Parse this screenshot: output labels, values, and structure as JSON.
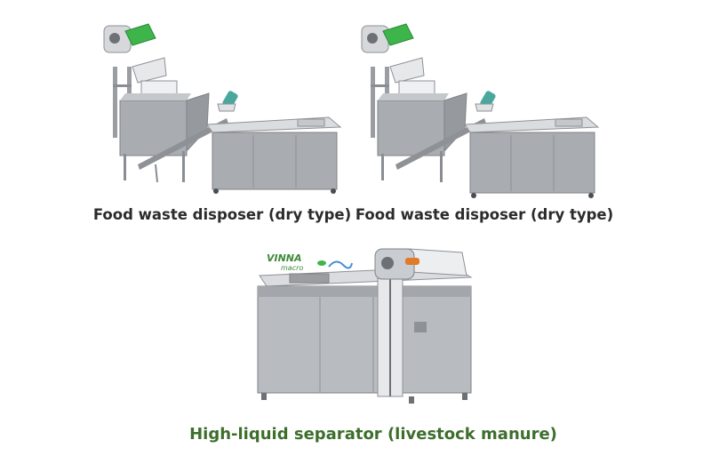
{
  "captions": {
    "left": "Food waste disposer (dry type)",
    "right": "Food waste disposer (dry type)",
    "bottom": "High-liquid separator (livestock manure)"
  },
  "logo": {
    "text_top": "VINNA",
    "text_bottom": "macro"
  },
  "colors": {
    "background": "#ffffff",
    "caption_dark": "#2b2b2b",
    "caption_green": "#3d6e2c",
    "machine_grey": "#a9acb0",
    "accent_green": "#3db54a",
    "accent_teal": "#4aa79d",
    "accent_orange": "#e07b2a"
  }
}
